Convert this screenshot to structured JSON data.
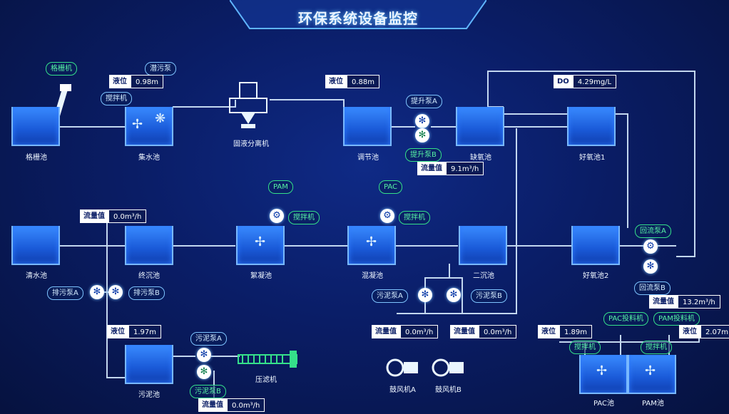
{
  "header": {
    "title": "环保系统设备监控"
  },
  "tanks": {
    "grille": "格栅池",
    "collect": "集水池",
    "adjust": "调节池",
    "anoxic": "缺氧池",
    "aerobic1": "好氧池1",
    "clear": "清水池",
    "final": "终沉池",
    "floc": "絮凝池",
    "coag": "混凝池",
    "second": "二沉池",
    "aerobic2": "好氧池2",
    "sludge": "污泥池",
    "pac": "PAC池",
    "pam": "PAM池"
  },
  "equipment": {
    "grille_machine": "格栅机",
    "submersible_pump": "潜污泵",
    "mixer": "搅拌机",
    "separator": "固液分离机",
    "lift_pump_a": "提升泵A",
    "lift_pump_b": "提升泵B",
    "pam": "PAM",
    "pac": "PAC",
    "reflux_a": "回流泵A",
    "reflux_b": "回流泵B",
    "drain_a": "排污泵A",
    "drain_b": "排污泵B",
    "sludge_pump_a": "污泥泵A",
    "sludge_pump_b": "污泥泵B",
    "press": "压滤机",
    "blower_a": "鼓风机A",
    "blower_b": "鼓风机B",
    "pac_doser": "PAC投料机",
    "pam_doser": "PAM投料机"
  },
  "readings": {
    "level_key": "液位",
    "flow_key": "流量值",
    "do_key": "DO",
    "collect_level": "0.98m",
    "adjust_level": "0.88m",
    "do_value": "4.29mg/L",
    "lift_flow": "9.1m³/h",
    "final_flow": "0.0m³/h",
    "reflux_flow": "13.2m³/h",
    "sludge_a_flow": "0.0m³/h",
    "sludge_b_flow": "0.0m³/h",
    "sludge_level": "1.97m",
    "press_flow": "0.0m³/h",
    "pac_level": "1.89m",
    "pam_level": "2.07m"
  },
  "colors": {
    "accent": "#35e08a",
    "pipe": "#cfe8ff",
    "water": "#1a5ad8"
  }
}
